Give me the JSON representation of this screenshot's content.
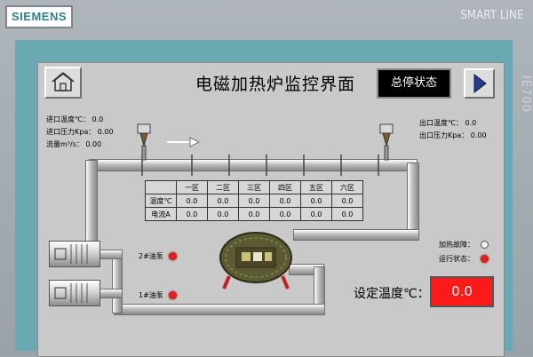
{
  "device": {
    "brand": "SIEMENS",
    "series": "SMART LINE",
    "model": "IE700"
  },
  "header": {
    "title": "电磁加热炉监控界面",
    "status": "总停状态"
  },
  "inlet": [
    {
      "label": "进口温度℃：",
      "value": "0.0"
    },
    {
      "label": "进口压力Kpa：",
      "value": "0.00"
    },
    {
      "label": "流量m³/s：",
      "value": "0.00"
    }
  ],
  "outlet": [
    {
      "label": "出口温度℃：",
      "value": "0.0"
    },
    {
      "label": "出口压力Kpa：",
      "value": "0.00"
    }
  ],
  "table": {
    "headers": [
      "",
      "一区",
      "二区",
      "三区",
      "四区",
      "五区",
      "六区"
    ],
    "rows": [
      {
        "label": "温度℃",
        "values": [
          "0.0",
          "0.0",
          "0.0",
          "0.0",
          "0.0",
          "0.0"
        ]
      },
      {
        "label": "电流A",
        "values": [
          "0.0",
          "0.0",
          "0.0",
          "0.0",
          "0.0",
          "0.0"
        ]
      }
    ]
  },
  "pumps": [
    {
      "label": "2#油泵",
      "state": "on"
    },
    {
      "label": "1#油泵",
      "state": "on"
    }
  ],
  "indicators": [
    {
      "label": "加热故障：",
      "state": "off"
    },
    {
      "label": "运行状态：",
      "state": "on"
    }
  ],
  "setpoint": {
    "label": "设定温度℃：",
    "value": "0.0"
  },
  "colors": {
    "alarm_red": "#e02020",
    "frame_teal": "#6aa9b2",
    "screen_gray": "#c9c9c9"
  },
  "icons": {
    "home": "home-icon",
    "next": "play-arrow-icon"
  }
}
